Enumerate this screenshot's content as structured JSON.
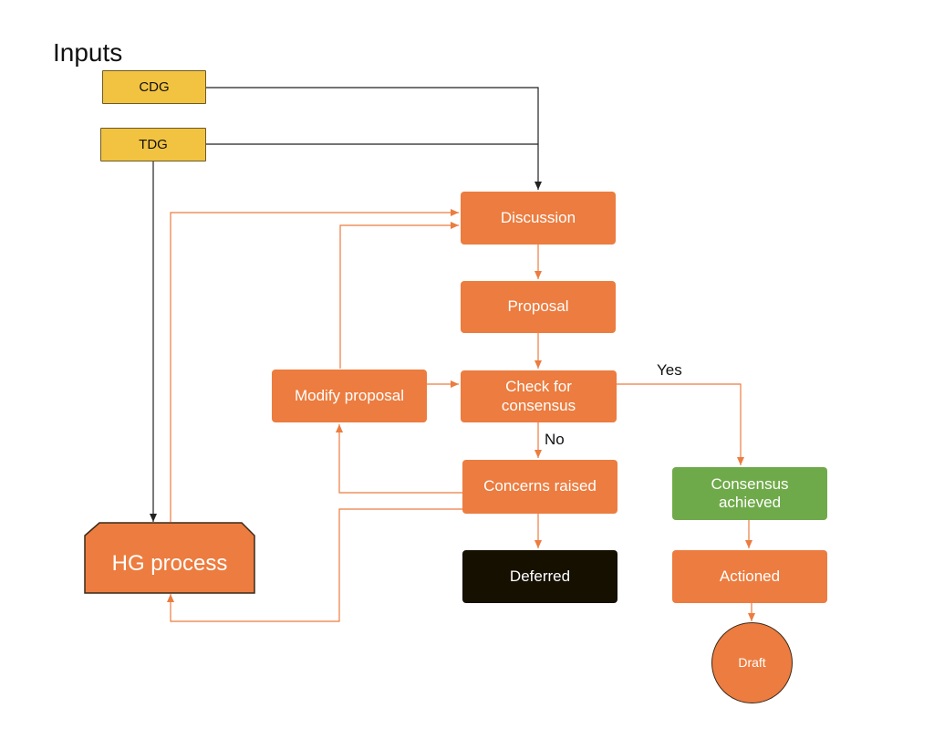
{
  "title": "Inputs",
  "inputs": {
    "cdg": "CDG",
    "tdg": "TDG"
  },
  "nodes": {
    "discussion": "Discussion",
    "proposal": "Proposal",
    "check": "Check for consensus",
    "modify": "Modify proposal",
    "concerns": "Concerns raised",
    "deferred": "Deferred",
    "consensus": "Consensus achieved",
    "actioned": "Actioned",
    "draft": "Draft",
    "hg": "HG process"
  },
  "edge_labels": {
    "yes": "Yes",
    "no": "No"
  },
  "colors": {
    "orange": "#ec7c3f",
    "input_yellow": "#f2c341",
    "green": "#6faa4a",
    "black": "#151000",
    "arrow_black": "#222222",
    "arrow_orange": "#ec7c3f"
  }
}
